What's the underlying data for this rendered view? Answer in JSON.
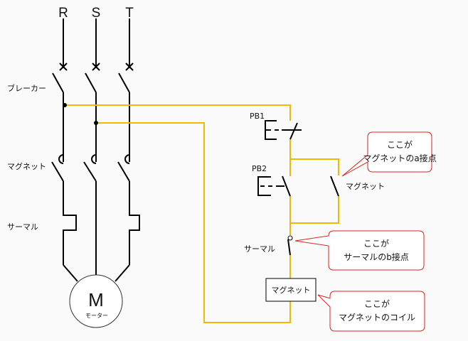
{
  "phases": [
    "R",
    "S",
    "T"
  ],
  "labels": {
    "breaker": "ブレーカー",
    "magnet_main": "マグネット",
    "thermal_main": "サーマル",
    "motor_symbol": "M",
    "motor_name": "モーター",
    "pb1": "PB1",
    "pb2": "PB2",
    "magnet_aux": "マグネット",
    "thermal_ctrl": "サーマル",
    "coil": "マグネット"
  },
  "callouts": [
    {
      "line1": "ここが",
      "line2": "マグネットのa接点"
    },
    {
      "line1": "ここが",
      "line2": "サーマルのb接点"
    },
    {
      "line1": "ここが",
      "line2": "マグネットのコイル"
    }
  ],
  "colors": {
    "wire_main": "#000000",
    "wire_control": "#f5b800",
    "callout_border": "#e02020",
    "background": "#fafafa"
  }
}
